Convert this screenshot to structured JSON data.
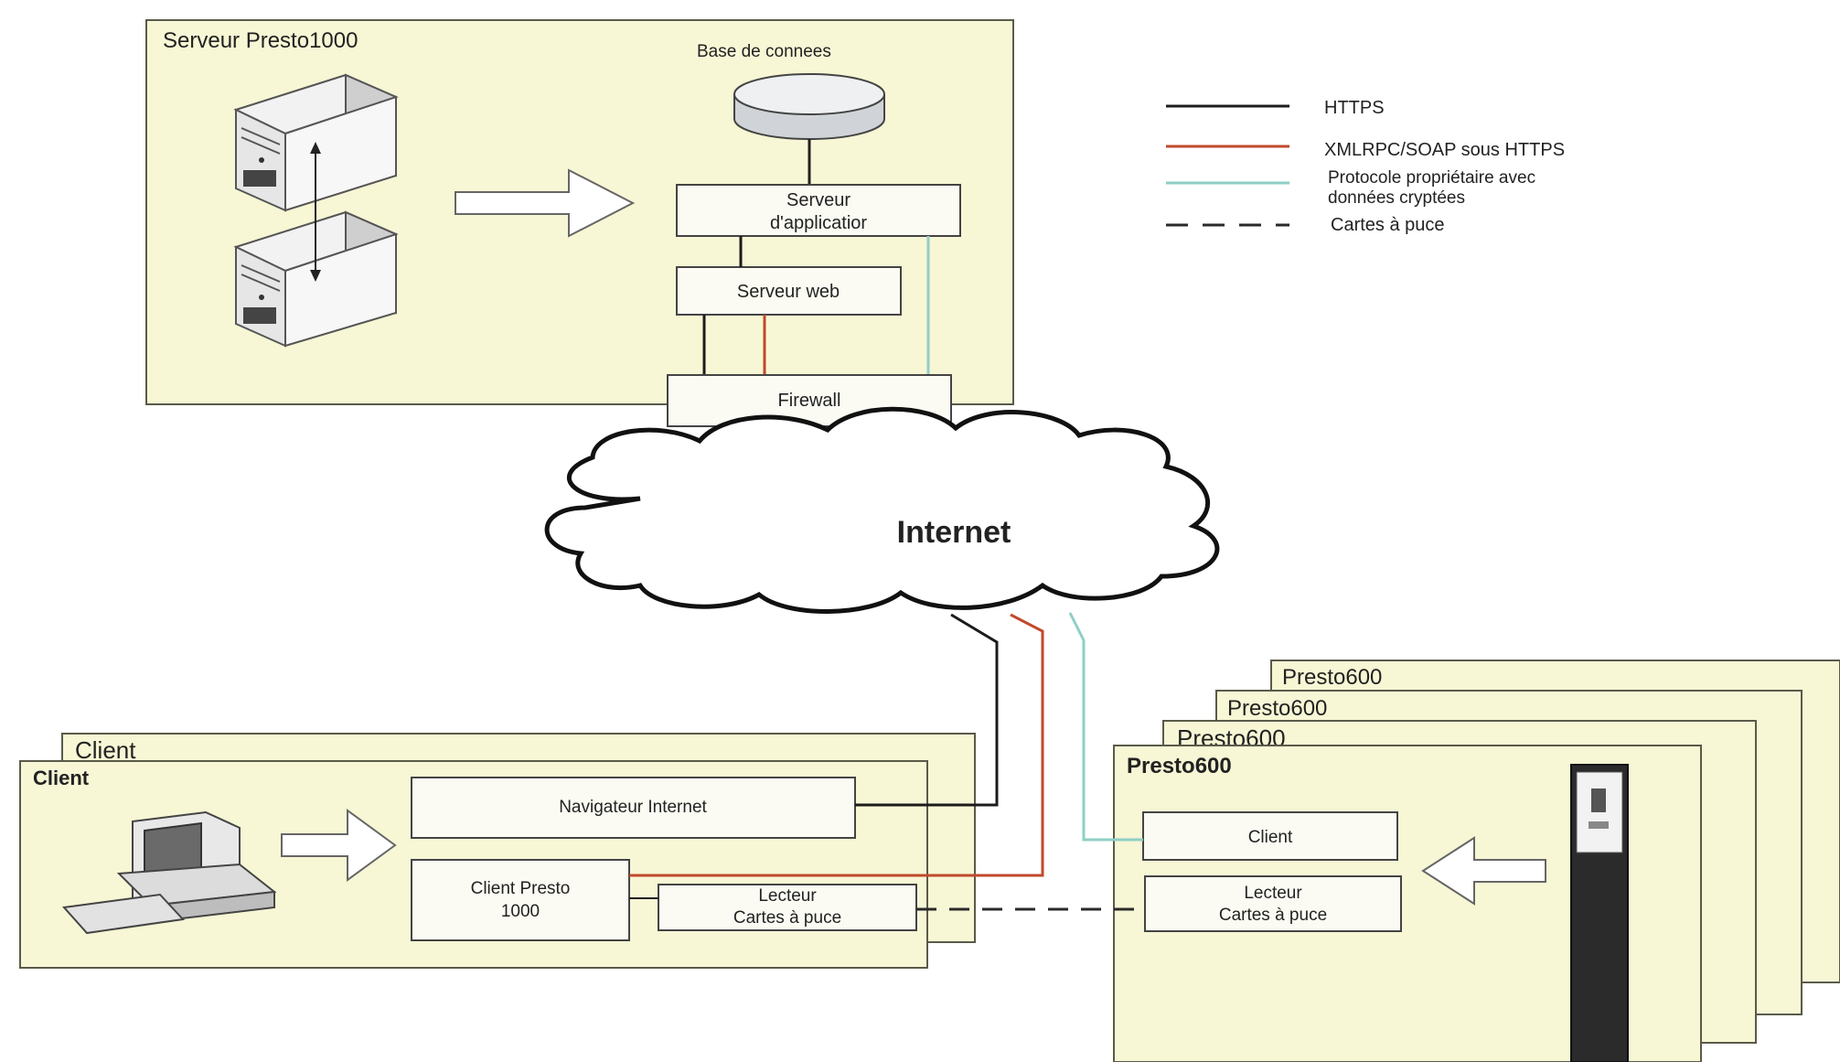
{
  "colors": {
    "panel_fill": "#f7f6d5",
    "panel_stroke": "#5a5a4a",
    "box_fill": "#fbfbf3",
    "https": "#1c1c1c",
    "xmlrpc": "#c0492b",
    "proprietary": "#8fcfc6",
    "smartcard": "#2a2a2a"
  },
  "server": {
    "title": "Serveur Presto1000",
    "database_label": "Base de connees",
    "app_server_line1": "Serveur",
    "app_server_line2": "d'applicatior",
    "web_server": "Serveur web",
    "firewall": "Firewall"
  },
  "legend": [
    {
      "icon": "solid-black-line-icon",
      "label": "HTTPS"
    },
    {
      "icon": "solid-red-line-icon",
      "label": "XMLRPC/SOAP sous HTTPS"
    },
    {
      "icon": "solid-teal-line-icon",
      "label_line1": "Protocole propriétaire avec",
      "label_line2": "données cryptées"
    },
    {
      "icon": "dashed-black-line-icon",
      "label": "Cartes à puce"
    }
  ],
  "internet": "Internet",
  "client": {
    "back_title": "Client",
    "front_title": "Client",
    "browser": "Navigateur Internet",
    "presto_client_line1": "Client Presto",
    "presto_client_line2": "1000",
    "reader_line1": "Lecteur",
    "reader_line2": "Cartes à puce"
  },
  "presto600": {
    "titles": [
      "Presto600",
      "Presto600",
      "Presto600",
      "Presto600"
    ],
    "client": "Client",
    "reader_line1": "Lecteur",
    "reader_line2": "Cartes à puce"
  }
}
